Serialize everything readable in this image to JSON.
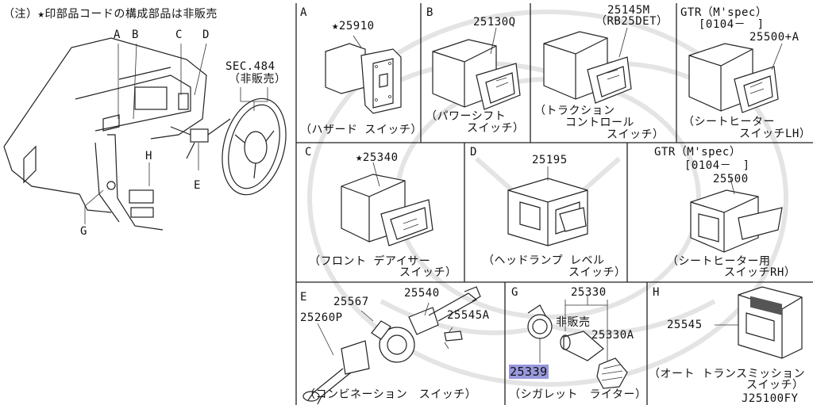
{
  "note": "（注）★印部品コードの構成部品は非販売",
  "overview": {
    "callouts": {
      "a": "A",
      "b": "B",
      "c": "C",
      "d": "D",
      "e": "E",
      "g": "G",
      "h": "H"
    },
    "sec_line1": "SEC.484",
    "sec_line2": "（非販売）"
  },
  "panels": {
    "a": {
      "letter": "A",
      "part": "★25910",
      "caption": "（ハザード スイッチ）"
    },
    "b1": {
      "letter": "B",
      "part": "25130Q",
      "caption_l1": "（パワーシフト",
      "caption_l2": "スイッチ）"
    },
    "b2": {
      "part_l1": "25145M",
      "part_l2": "（RB25DET）",
      "caption_l1": "（トラクション",
      "caption_l2": "コントロール",
      "caption_l3": "スイッチ）"
    },
    "b3": {
      "model_l1": "GTR（M'spec）",
      "model_l2": "[0104－　]",
      "part": "25500+A",
      "caption_l1": "（シートヒーター",
      "caption_l2": "スイッチLH）"
    },
    "c": {
      "letter": "C",
      "part": "★25340",
      "caption_l1": "（フロント デアイサー",
      "caption_l2": "スイッチ）"
    },
    "d1": {
      "letter": "D",
      "part": "25195",
      "caption_l1": "（ヘッドランプ レベル",
      "caption_l2": "スイッチ）"
    },
    "d2": {
      "model_l1": "GTR（M'spec）",
      "model_l2": "[0104－　]",
      "part": "25500",
      "caption_l1": "（シートヒーター用",
      "caption_l2": "スイッチRH）"
    },
    "e": {
      "letter": "E",
      "parts": [
        "25567",
        "25540",
        "25260P",
        "25545A"
      ],
      "caption": "（コンビネーション　スイッチ）"
    },
    "g": {
      "letter": "G",
      "part_top": "25330",
      "not_sold": "非販売",
      "part_a": "25330A",
      "part_highlight": "25339",
      "caption": "（シガレット　ライター）"
    },
    "h": {
      "letter": "H",
      "part": "25545",
      "caption_l1": "（オート トランスミッション",
      "caption_l2": "スイッチ）",
      "figure_code": "J25100FY"
    }
  }
}
